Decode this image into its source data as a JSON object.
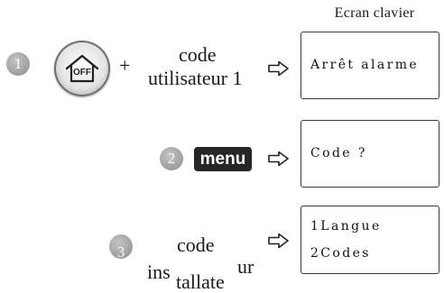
{
  "header": {
    "title": "Ecran clavier"
  },
  "steps": [
    {
      "number": "1",
      "button": {
        "icon": "off-home-icon",
        "label": "OFF"
      },
      "operator": "+",
      "text_line1": "code",
      "text_line2": "utilisateur 1",
      "arrow_icon": "arrow-right-icon",
      "screen": {
        "lines": [
          "Arrêt alarme"
        ]
      }
    },
    {
      "number": "2",
      "key": {
        "label": "menu"
      },
      "arrow_icon": "arrow-right-icon",
      "screen": {
        "lines": [
          "Code ?"
        ]
      }
    },
    {
      "number": "3",
      "text_line1": "code",
      "text_line2_part1": "ins",
      "text_line2_part2": "tallate",
      "text_line2_part3": "ur",
      "arrow_icon": "arrow-right-icon",
      "screen": {
        "lines": [
          "1Langue",
          "2Codes"
        ]
      }
    }
  ],
  "colors": {
    "step_circle": "#a8a8a8",
    "menu_key_bg": "#262626",
    "screen_border": "#3a3a3a"
  }
}
